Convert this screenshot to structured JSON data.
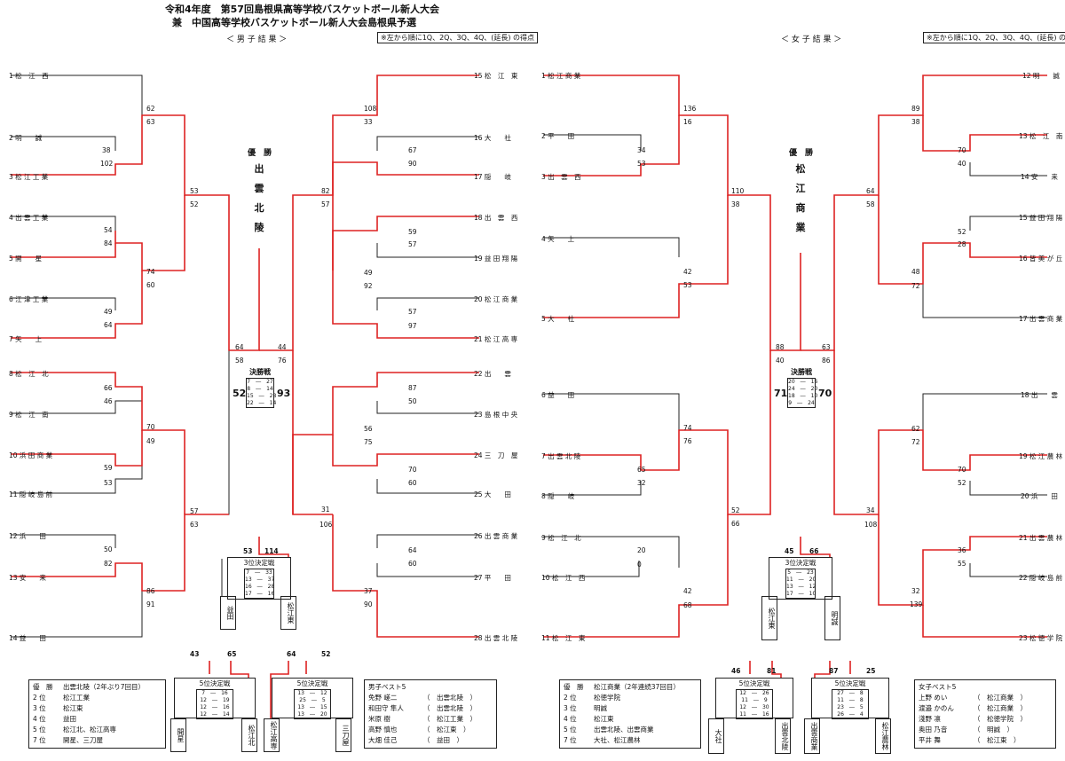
{
  "header": {
    "line1": "令和4年度　第57回島根県高等学校バスケットボール新人大会",
    "line2": "兼　中国高等学校バスケットボール新人大会島根県予選",
    "boys_heading": "＜ 男 子 結 果 ＞",
    "girls_heading": "＜ 女 子 結 果 ＞",
    "note": "※左から順に1Q、2Q、3Q、4Q、(延長) の得点"
  },
  "boys": {
    "left_teams": [
      "1 松　江　西",
      "2 明　　誠",
      "3 松 江 工 業",
      "4 出 雲 工 業",
      "5 開　　星",
      "6 江 津 工 業",
      "7 矢　　上",
      "8 松　江　北",
      "9 松　江　南",
      "10 浜 田 商 業",
      "11 隠 岐 島 前",
      "12 浜　　田",
      "13 安　　来",
      "14 益　　田"
    ],
    "right_teams": [
      "15 松　江　東",
      "16 大　　社",
      "17 隠　　岐",
      "18 出　雲　西",
      "19 益 田 翔 陽",
      "20 松 江 商 業",
      "21 松 江 高 専",
      "22 出　　雲",
      "23 島 根 中 央",
      "24 三　刀　屋",
      "25 大　　田",
      "26 出 雲 商 業",
      "27 平　　田",
      "28 出 雲 北 陵"
    ],
    "champion_label": "優　勝",
    "champion": [
      "出",
      "雲",
      "北",
      "陵"
    ],
    "final_label": "決勝戦",
    "final_score_left": "52",
    "final_score_right": "93",
    "final_quarters": [
      "7　―　27",
      "8　―　14",
      "15　―　28",
      "22　―　14"
    ],
    "third_label": "3位決定戦",
    "third_score_left": "53",
    "third_score_right": "114",
    "third_quarters": [
      "7　―　33",
      "13　―　37",
      "16　―　28",
      "17　―　16"
    ],
    "third_teams": [
      "益田",
      "松江東"
    ],
    "fifth": [
      {
        "label": "5位決定戦",
        "left": "43",
        "right": "65",
        "quarters": [
          "7　―　16",
          "12　―　19",
          "12　―　16",
          "12　―　14"
        ],
        "teams": [
          "開星",
          "松江北"
        ]
      },
      {
        "label": "5位決定戦",
        "left": "64",
        "right": "52",
        "quarters": [
          "13　―　12",
          "25　―　5",
          "13　―　15",
          "13　―　20"
        ],
        "teams": [
          "松江高専",
          "三刀屋"
        ]
      }
    ],
    "results": [
      [
        "優　勝",
        "出雲北陵（2年ぶり7回目）"
      ],
      [
        "2 位",
        "松江工業"
      ],
      [
        "3 位",
        "松江東"
      ],
      [
        "4 位",
        "益田"
      ],
      [
        "5 位",
        "松江北、松江高専"
      ],
      [
        "7 位",
        "開星、三刀屋"
      ]
    ],
    "best5_title": "男子ベスト5",
    "best5": [
      [
        "免野 嵯二",
        "（　出雲北陵　）"
      ],
      [
        "和田守 隼人",
        "（　出雲北陵　）"
      ],
      [
        "米原 樹",
        "（　松江工業　）"
      ],
      [
        "高野 慎也",
        "（　松江東　）"
      ],
      [
        "大畑 佳己",
        "（　益田　）"
      ]
    ],
    "scores": {
      "l1": "62",
      "l1b": "63",
      "l2": "38",
      "l2b": "102",
      "l3": "54",
      "l3b": "84",
      "l4": "49",
      "l4b": "64",
      "l5": "74",
      "l5b": "60",
      "l6": "53",
      "l6b": "52",
      "l7": "66",
      "l7b": "46",
      "l8": "59",
      "l8b": "53",
      "l9": "70",
      "l9b": "49",
      "l10": "50",
      "l10b": "82",
      "l11": "86",
      "l11b": "91",
      "l12": "57",
      "l12b": "63",
      "l13": "64",
      "l13b": "58",
      "r1": "108",
      "r1b": "33",
      "r2": "67",
      "r2b": "90",
      "r3": "82",
      "r3b": "57",
      "r4": "59",
      "r4b": "57",
      "r5": "57",
      "r5b": "97",
      "r6": "49",
      "r6b": "92",
      "r7": "44",
      "r7b": "76",
      "r8": "87",
      "r8b": "50",
      "r9": "70",
      "r9b": "60",
      "r10": "56",
      "r10b": "75",
      "r11": "64",
      "r11b": "60",
      "r12": "37",
      "r12b": "90",
      "r13": "31",
      "r13b": "106"
    }
  },
  "girls": {
    "left_teams": [
      "1 松 江 商 業",
      "2 平　　田",
      "3 出　雲　西",
      "4 矢　　上",
      "5 大　　社",
      "6 益　　田",
      "7 出 雲 北 陵",
      "8 隠　　岐",
      "9 松　江　北",
      "10 松　江　西",
      "11 松　江　東"
    ],
    "right_teams": [
      "12 明　　誠",
      "13 松　江　南",
      "14 安　　来",
      "15 益 田 翔 陽",
      "16 皆 美 が 丘",
      "17 出 雲 商 業",
      "18 出　　雲",
      "19 松 江 農 林",
      "20 浜　　田",
      "21 出 雲 農 林",
      "22 隠 岐 島 前",
      "23 松 徳 学 院"
    ],
    "champion_label": "優　勝",
    "champion": [
      "松",
      "江",
      "商",
      "業"
    ],
    "final_label": "決勝戦",
    "final_score_left": "71",
    "final_score_right": "70",
    "final_quarters": [
      "20　―　16",
      "24　―　20",
      "18　―　10",
      "9　―　24"
    ],
    "third_label": "3位決定戦",
    "third_score_left": "45",
    "third_score_right": "66",
    "third_quarters": [
      "5　―　23",
      "11　―　20",
      "13　―　12",
      "17　―　10"
    ],
    "third_teams": [
      "松江東",
      "明誠"
    ],
    "fifth": [
      {
        "label": "5位決定戦",
        "left": "46",
        "right": "81",
        "quarters": [
          "12　―　26",
          "11　―　9",
          "12　―　30",
          "11　―　16"
        ],
        "teams": [
          "大社",
          "出雲北陵"
        ]
      },
      {
        "label": "5位決定戦",
        "left": "87",
        "right": "25",
        "quarters": [
          "27　―　8",
          "11　―　8",
          "23　―　5",
          "26　―　4"
        ],
        "teams": [
          "出雲商業",
          "松江農林"
        ]
      }
    ],
    "results": [
      [
        "優　勝",
        "松江商業（2年連続37回目）"
      ],
      [
        "2 位",
        "松徳学院"
      ],
      [
        "3 位",
        "明誠"
      ],
      [
        "4 位",
        "松江東"
      ],
      [
        "5 位",
        "出雲北陵、出雲商業"
      ],
      [
        "7 位",
        "大社、松江農林"
      ]
    ],
    "best5_title": "女子ベスト5",
    "best5": [
      [
        "上野 めい",
        "（　松江商業　）"
      ],
      [
        "渡邉 かのん",
        "（　松江商業　）"
      ],
      [
        "淺野 凛",
        "（　松徳学院　）"
      ],
      [
        "奥田 乃音",
        "（　明誠　）"
      ],
      [
        "平井 舞",
        "（　松江東　）"
      ]
    ],
    "scores": {
      "l1": "136",
      "l1b": "16",
      "l2": "34",
      "l2b": "53",
      "l3": "110",
      "l3b": "38",
      "l4": "42",
      "l4b": "53",
      "l5": "74",
      "l5b": "76",
      "l6": "65",
      "l6b": "32",
      "l7": "52",
      "l7b": "66",
      "l8": "20",
      "l8b": "0",
      "l9": "42",
      "l9b": "68",
      "l10": "88",
      "l10b": "40",
      "r1": "89",
      "r1b": "38",
      "r2": "70",
      "r2b": "40",
      "r3": "64",
      "r3b": "58",
      "r4": "52",
      "r4b": "28",
      "r5": "48",
      "r5b": "72",
      "r6": "63",
      "r6b": "86",
      "r7": "62",
      "r7b": "72",
      "r8": "70",
      "r8b": "52",
      "r9": "34",
      "r9b": "108",
      "r10": "36",
      "r10b": "55",
      "r11": "32",
      "r11b": "139"
    }
  }
}
